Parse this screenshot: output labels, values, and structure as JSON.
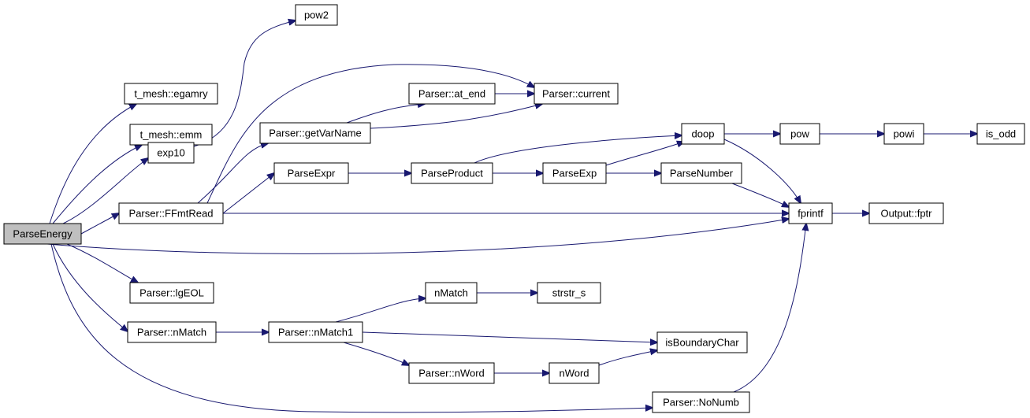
{
  "graph": {
    "nodes": [
      {
        "id": "ParseEnergy",
        "label": "ParseEnergy",
        "root": true
      },
      {
        "id": "t_mesh_egamry",
        "label": "t_mesh::egamry"
      },
      {
        "id": "t_mesh_emm",
        "label": "t_mesh::emm"
      },
      {
        "id": "exp10",
        "label": "exp10"
      },
      {
        "id": "pow2",
        "label": "pow2"
      },
      {
        "id": "Parser_FFmtRead",
        "label": "Parser::FFmtRead"
      },
      {
        "id": "Parser_getVarName",
        "label": "Parser::getVarName"
      },
      {
        "id": "Parser_at_end",
        "label": "Parser::at_end"
      },
      {
        "id": "Parser_current",
        "label": "Parser::current"
      },
      {
        "id": "ParseExpr",
        "label": "ParseExpr"
      },
      {
        "id": "ParseProduct",
        "label": "ParseProduct"
      },
      {
        "id": "ParseExp",
        "label": "ParseExp"
      },
      {
        "id": "ParseNumber",
        "label": "ParseNumber"
      },
      {
        "id": "doop",
        "label": "doop"
      },
      {
        "id": "pow",
        "label": "pow"
      },
      {
        "id": "powi",
        "label": "powi"
      },
      {
        "id": "is_odd",
        "label": "is_odd"
      },
      {
        "id": "fprintf",
        "label": "fprintf"
      },
      {
        "id": "Output_fptr",
        "label": "Output::fptr"
      },
      {
        "id": "Parser_lgEOL",
        "label": "Parser::lgEOL"
      },
      {
        "id": "Parser_nMatch",
        "label": "Parser::nMatch"
      },
      {
        "id": "Parser_nMatch1",
        "label": "Parser::nMatch1"
      },
      {
        "id": "nMatch",
        "label": "nMatch"
      },
      {
        "id": "strstr_s",
        "label": "strstr_s"
      },
      {
        "id": "isBoundaryChar",
        "label": "isBoundaryChar"
      },
      {
        "id": "Parser_nWord",
        "label": "Parser::nWord"
      },
      {
        "id": "nWord",
        "label": "nWord"
      },
      {
        "id": "Parser_NoNumb",
        "label": "Parser::NoNumb"
      }
    ],
    "edges": [
      [
        "ParseEnergy",
        "t_mesh_egamry"
      ],
      [
        "ParseEnergy",
        "t_mesh_emm"
      ],
      [
        "ParseEnergy",
        "exp10"
      ],
      [
        "ParseEnergy",
        "Parser_FFmtRead"
      ],
      [
        "ParseEnergy",
        "fprintf"
      ],
      [
        "ParseEnergy",
        "Parser_lgEOL"
      ],
      [
        "ParseEnergy",
        "Parser_nMatch"
      ],
      [
        "ParseEnergy",
        "Parser_NoNumb"
      ],
      [
        "exp10",
        "pow2"
      ],
      [
        "Parser_FFmtRead",
        "Parser_current"
      ],
      [
        "Parser_FFmtRead",
        "Parser_getVarName"
      ],
      [
        "Parser_FFmtRead",
        "ParseExpr"
      ],
      [
        "Parser_FFmtRead",
        "fprintf"
      ],
      [
        "Parser_getVarName",
        "Parser_at_end"
      ],
      [
        "Parser_getVarName",
        "Parser_current"
      ],
      [
        "Parser_at_end",
        "Parser_current"
      ],
      [
        "ParseExpr",
        "ParseProduct"
      ],
      [
        "ParseProduct",
        "doop"
      ],
      [
        "ParseProduct",
        "ParseExp"
      ],
      [
        "ParseExp",
        "doop"
      ],
      [
        "ParseExp",
        "ParseNumber"
      ],
      [
        "ParseNumber",
        "fprintf"
      ],
      [
        "doop",
        "pow"
      ],
      [
        "doop",
        "fprintf"
      ],
      [
        "pow",
        "powi"
      ],
      [
        "powi",
        "is_odd"
      ],
      [
        "fprintf",
        "Output_fptr"
      ],
      [
        "Parser_nMatch",
        "Parser_nMatch1"
      ],
      [
        "Parser_nMatch1",
        "nMatch"
      ],
      [
        "Parser_nMatch1",
        "isBoundaryChar"
      ],
      [
        "Parser_nMatch1",
        "Parser_nWord"
      ],
      [
        "nMatch",
        "strstr_s"
      ],
      [
        "Parser_nWord",
        "nWord"
      ],
      [
        "nWord",
        "isBoundaryChar"
      ],
      [
        "Parser_NoNumb",
        "fprintf"
      ]
    ]
  }
}
